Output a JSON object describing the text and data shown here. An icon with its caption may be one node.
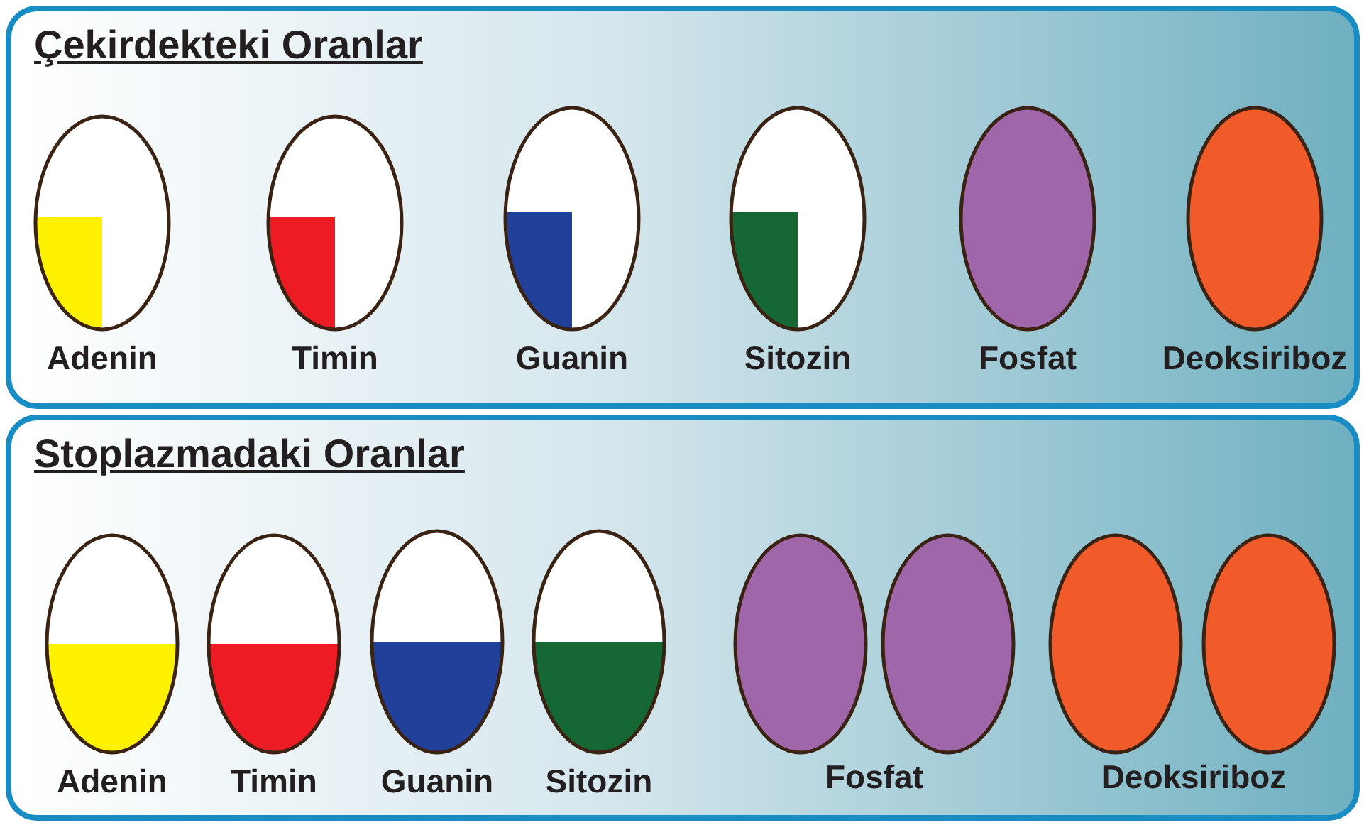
{
  "diagram": {
    "nodes": [
      {
        "text": [
          "Çekirdekteki Oranlar"
        ]
      },
      {
        "text": [
          "Adenin"
        ],
        "in": 0
      },
      {
        "text": [
          "Timin"
        ],
        "in": 0
      },
      {
        "text": [
          "Guanin"
        ],
        "in": 0
      },
      {
        "text": [
          "Sitozin"
        ],
        "in": 0
      },
      {
        "text": [
          "Fosfat"
        ],
        "in": 0
      },
      {
        "text": [
          "Deoksiriboz"
        ],
        "in": 0
      },
      {
        "text": [
          "Stoplazmadaki Oranlar"
        ]
      },
      {
        "text": [
          "Adenin"
        ],
        "in": 7
      },
      {
        "text": [
          "Timin"
        ],
        "in": 7
      },
      {
        "text": [
          "Guanin"
        ],
        "in": 7
      },
      {
        "text": [
          "Sitozin"
        ],
        "in": 7
      },
      {
        "text": [
          "Fosfat"
        ],
        "in": 7
      },
      {
        "text": [],
        "shape": "ellipse",
        "in": 12
      },
      {
        "text": [],
        "shape": "ellipse",
        "in": 12
      },
      {
        "text": [
          "Deoksiriboz"
        ],
        "in": 7
      },
      {
        "text": [],
        "shape": "ellipse",
        "in": 15
      },
      {
        "text": [],
        "shape": "ellipse",
        "in": 15
      }
    ],
    "edges": []
  }
}
